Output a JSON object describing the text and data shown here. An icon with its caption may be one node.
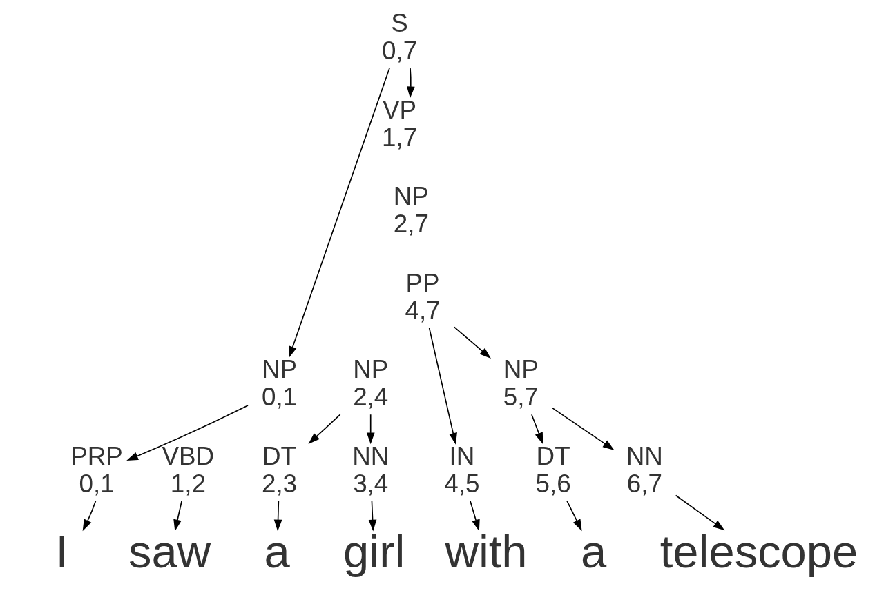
{
  "diagram": {
    "nodes": [
      {
        "text": [
          "S",
          "0,7"
        ]
      },
      {
        "text": [
          "VP",
          "1,7"
        ]
      },
      {
        "text": [
          "NP",
          "2,7"
        ]
      },
      {
        "text": [
          "PP",
          "4,7"
        ]
      },
      {
        "text": [
          "NP",
          "0,1"
        ]
      },
      {
        "text": [
          "NP",
          "2,4"
        ]
      },
      {
        "text": [
          "NP",
          "5,7"
        ]
      },
      {
        "text": [
          "PRP",
          "0,1"
        ]
      },
      {
        "text": [
          "VBD",
          "1,2"
        ]
      },
      {
        "text": [
          "DT",
          "2,3"
        ]
      },
      {
        "text": [
          "NN",
          "3,4"
        ]
      },
      {
        "text": [
          "IN",
          "4,5"
        ]
      },
      {
        "text": [
          "DT",
          "5,6"
        ]
      },
      {
        "text": [
          "NN",
          "6,7"
        ]
      },
      {
        "text": [
          "I"
        ]
      },
      {
        "text": [
          "saw"
        ]
      },
      {
        "text": [
          "a"
        ]
      },
      {
        "text": [
          "girl"
        ]
      },
      {
        "text": [
          "with"
        ]
      },
      {
        "text": [
          "a"
        ]
      },
      {
        "text": [
          "telescope"
        ]
      }
    ],
    "edges": [
      {
        "from": 0,
        "to": 1,
        "arrow": "to"
      },
      {
        "from": 0,
        "to": 4,
        "arrow": "to"
      },
      {
        "from": 3,
        "to": 11,
        "arrow": "to"
      },
      {
        "from": 3,
        "to": 6,
        "arrow": "to"
      },
      {
        "from": 4,
        "to": 7,
        "arrow": "to"
      },
      {
        "from": 5,
        "to": 9,
        "arrow": "to"
      },
      {
        "from": 5,
        "to": 10,
        "arrow": "to"
      },
      {
        "from": 6,
        "to": 12,
        "arrow": "to"
      },
      {
        "from": 6,
        "to": 13,
        "arrow": "to"
      },
      {
        "from": 7,
        "to": 14,
        "arrow": "to"
      },
      {
        "from": 8,
        "to": 15,
        "arrow": "to"
      },
      {
        "from": 9,
        "to": 16,
        "arrow": "to"
      },
      {
        "from": 10,
        "to": 17,
        "arrow": "to"
      },
      {
        "from": 11,
        "to": 18,
        "arrow": "to"
      },
      {
        "from": 12,
        "to": 19,
        "arrow": "to"
      },
      {
        "from": 13,
        "to": 20,
        "arrow": "to"
      }
    ]
  }
}
